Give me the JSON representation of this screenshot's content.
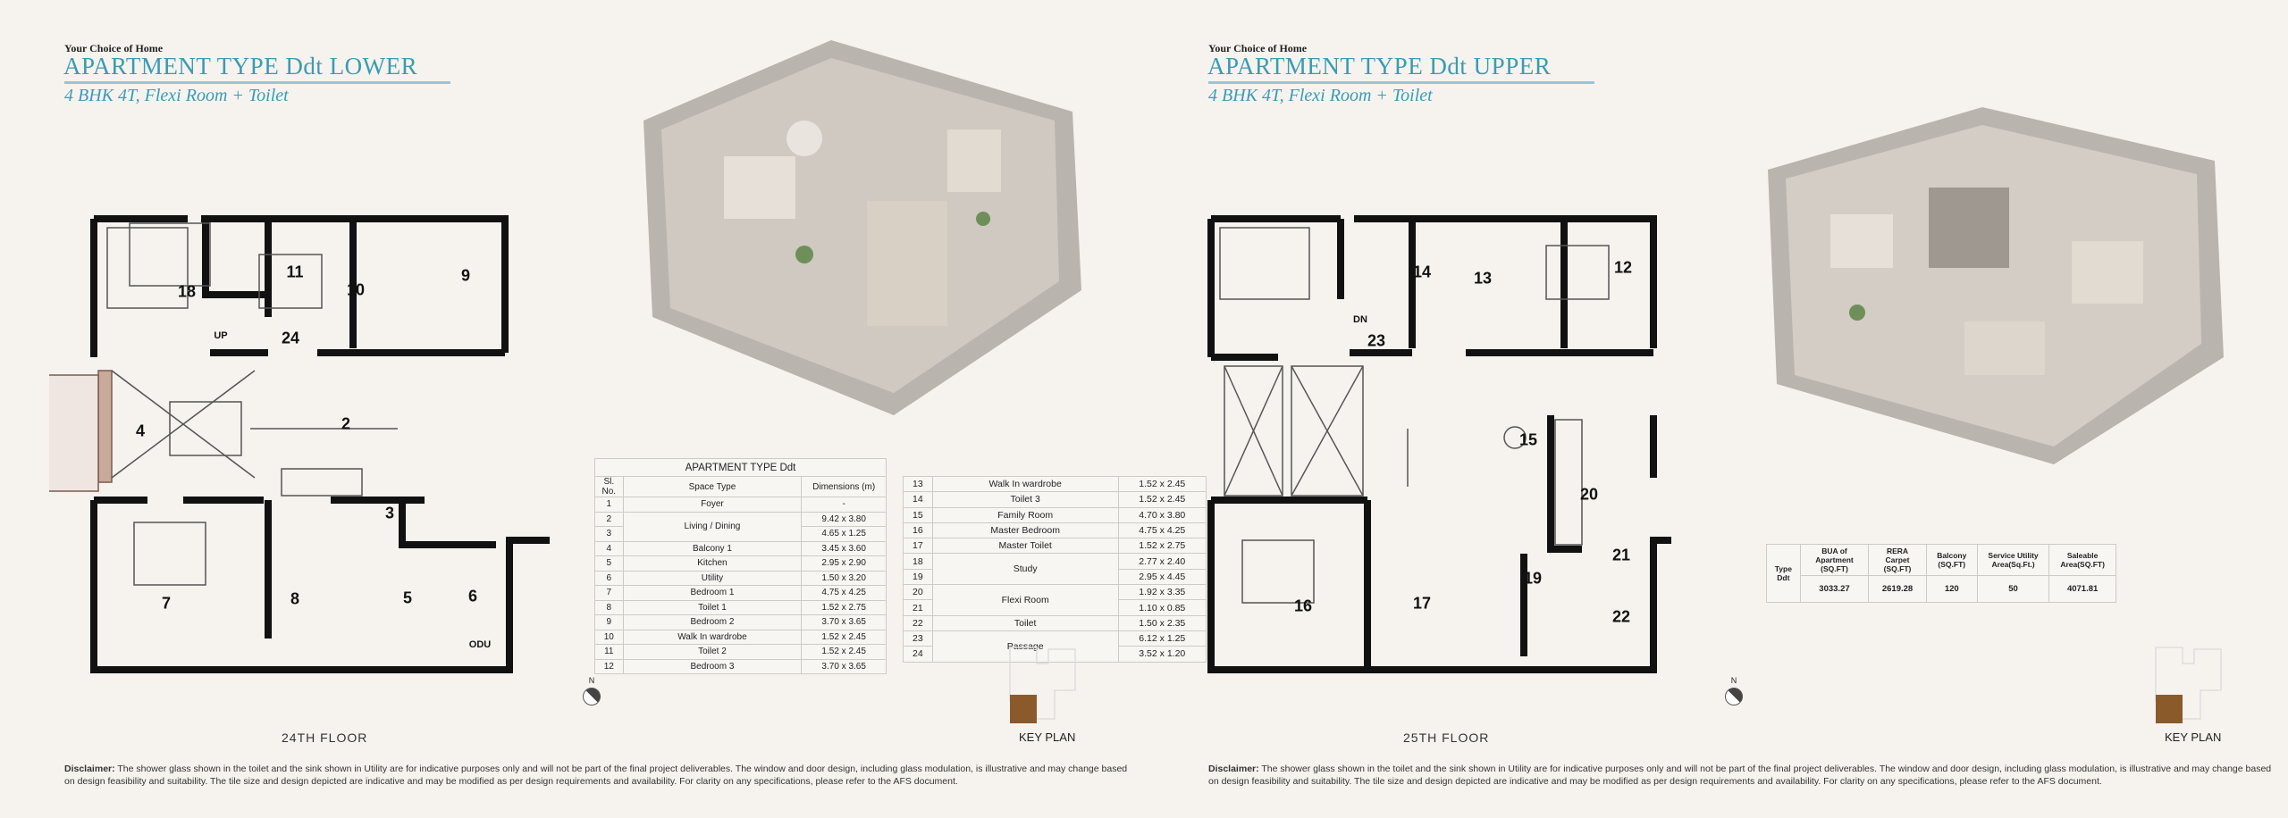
{
  "colors": {
    "accent": "#3a9bb5",
    "rule": "#9cc3d6",
    "keyplan": "#8b5a2b",
    "background": "#f6f3ef"
  },
  "left": {
    "kicker": "Your Choice of Home",
    "title": "APARTMENT TYPE Ddt LOWER",
    "subtitle": "4 BHK 4T, Flexi Room + Toilet",
    "floor_label": "24TH FLOOR",
    "key_plan_label": "KEY PLAN",
    "rooms": [
      "18",
      "11",
      "10",
      "9",
      "UP",
      "24",
      "2",
      "4",
      "3",
      "7",
      "8",
      "5",
      "6",
      "ODU"
    ]
  },
  "right": {
    "kicker": "Your Choice of Home",
    "title": "APARTMENT TYPE Ddt UPPER",
    "subtitle": "4 BHK 4T, Flexi Room + Toilet",
    "floor_label": "25TH FLOOR",
    "key_plan_label": "KEY PLAN",
    "rooms": [
      "DN",
      "14",
      "13",
      "12",
      "23",
      "15",
      "20",
      "21",
      "19",
      "16",
      "17",
      "22"
    ]
  },
  "room_table": {
    "caption": "APARTMENT TYPE Ddt",
    "headers": [
      "Sl. No.",
      "Space Type",
      "Dimensions (m)"
    ],
    "rows": [
      {
        "no": "1",
        "space": "Foyer",
        "dim": "-",
        "span": 1
      },
      {
        "no": "2",
        "space": "Living / Dining",
        "dim": "9.42 x 3.80",
        "span": 2
      },
      {
        "no": "3",
        "dim": "4.65 x 1.25",
        "span": 0
      },
      {
        "no": "4",
        "space": "Balcony 1",
        "dim": "3.45 x 3.60",
        "span": 1
      },
      {
        "no": "5",
        "space": "Kitchen",
        "dim": "2.95 x 2.90",
        "span": 1
      },
      {
        "no": "6",
        "space": "Utility",
        "dim": "1.50 x 3.20",
        "span": 1
      },
      {
        "no": "7",
        "space": "Bedroom 1",
        "dim": "4.75 x 4.25",
        "span": 1
      },
      {
        "no": "8",
        "space": "Toilet 1",
        "dim": "1.52 x 2.75",
        "span": 1
      },
      {
        "no": "9",
        "space": "Bedroom 2",
        "dim": "3.70 x 3.65",
        "span": 1
      },
      {
        "no": "10",
        "space": "Walk In wardrobe",
        "dim": "1.52 x 2.45",
        "span": 1
      },
      {
        "no": "11",
        "space": "Toilet 2",
        "dim": "1.52 x 2.45",
        "span": 1
      },
      {
        "no": "12",
        "space": "Bedroom 3",
        "dim": "3.70 x 3.65",
        "span": 1
      },
      {
        "no": "13",
        "space": "Walk In wardrobe",
        "dim": "1.52 x 2.45",
        "span": 1
      },
      {
        "no": "14",
        "space": "Toilet 3",
        "dim": "1.52 x 2.45",
        "span": 1
      },
      {
        "no": "15",
        "space": "Family Room",
        "dim": "4.70 x 3.80",
        "span": 1
      },
      {
        "no": "16",
        "space": "Master Bedroom",
        "dim": "4.75 x 4.25",
        "span": 1
      },
      {
        "no": "17",
        "space": "Master Toilet",
        "dim": "1.52 x 2.75",
        "span": 1
      },
      {
        "no": "18",
        "space": "Study",
        "dim": "2.77 x 2.40",
        "span": 2
      },
      {
        "no": "19",
        "dim": "2.95 x 4.45",
        "span": 0
      },
      {
        "no": "20",
        "space": "Flexi Room",
        "dim": "1.92 x 3.35",
        "span": 2
      },
      {
        "no": "21",
        "dim": "1.10 x 0.85",
        "span": 0
      },
      {
        "no": "22",
        "space": "Toilet",
        "dim": "1.50 x 2.35",
        "span": 1
      },
      {
        "no": "23",
        "space": "Passage",
        "dim": "6.12 x 1.25",
        "span": 2
      },
      {
        "no": "24",
        "dim": "3.52 x 1.20",
        "span": 0
      }
    ]
  },
  "area_table": {
    "type_label": "Type Ddt",
    "headers": [
      "BUA of Apartment (SQ.FT)",
      "RERA Carpet (SQ.FT)",
      "Balcony (SQ.FT)",
      "Service Utility Area(Sq.Ft.)",
      "Saleable Area(SQ.FT)"
    ],
    "values": [
      "3033.27",
      "2619.28",
      "120",
      "50",
      "4071.81"
    ]
  },
  "disclaimer": {
    "label": "Disclaimer:",
    "text": " The shower glass shown in the toilet and the sink shown in Utility are for indicative purposes only and will not be part of the final project deliverables. The window and door design, including glass modulation, is illustrative and may change based on design feasibility and suitability. The tile size and design depicted are indicative and may be modified as per design requirements and availability. For clarity on any specifications, please refer to the AFS document."
  },
  "north_label": "N"
}
